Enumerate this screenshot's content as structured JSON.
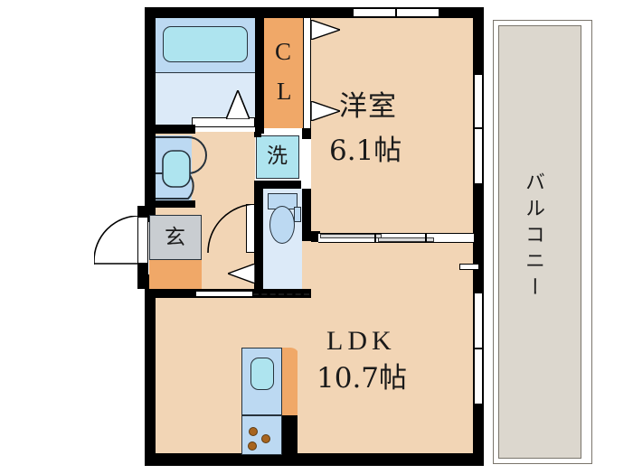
{
  "plan": {
    "type": "residential-floor-plan",
    "rooms": [
      {
        "id": "yoshitsu",
        "name": "洋室",
        "size": "6.1帖",
        "kind": "western-room"
      },
      {
        "id": "ldk",
        "name": "LDK",
        "size": "10.7帖",
        "kind": "living-dining-kitchen"
      },
      {
        "id": "closet",
        "name": "CL",
        "kind": "closet"
      },
      {
        "id": "washer",
        "name": "洗",
        "kind": "washing-machine-space"
      },
      {
        "id": "genkan",
        "name": "玄",
        "kind": "entrance"
      },
      {
        "id": "balcony",
        "name": "バルコニー",
        "kind": "balcony"
      }
    ],
    "labels": {
      "room1_name": "洋室",
      "room1_size": "6.1帖",
      "room2_name": "LDK",
      "room2_size": "10.7帖",
      "closet": "CL",
      "washer": "洗",
      "entrance": "玄",
      "balcony": "バルコニー"
    },
    "fixtures": [
      {
        "name": "bathtub",
        "room": "bath-unit"
      },
      {
        "name": "washbasin",
        "room": "vanity"
      },
      {
        "name": "toilet",
        "room": "toilet-room"
      },
      {
        "name": "kitchen-sink",
        "room": "ldk"
      },
      {
        "name": "gas-stove",
        "room": "ldk",
        "burners": 3
      },
      {
        "name": "shoe-cabinet",
        "room": "genkan"
      }
    ],
    "openings": [
      {
        "name": "entrance-door",
        "type": "hinged"
      },
      {
        "name": "balcony-sliding-door-upper",
        "type": "sliding-glass"
      },
      {
        "name": "balcony-sliding-door-lower",
        "type": "sliding-glass"
      },
      {
        "name": "room1-window",
        "type": "window"
      },
      {
        "name": "room1-ldk-partition",
        "type": "sliding-partition"
      },
      {
        "name": "closet-doors",
        "type": "sliding"
      },
      {
        "name": "bath-door",
        "type": "folding"
      },
      {
        "name": "toilet-door",
        "type": "hinged"
      }
    ],
    "colors": {
      "floor": "#f2d5b5",
      "closet_orange": "#f0a868",
      "wet_light": "#dceaf8",
      "wet_mid": "#bcd9f2",
      "basin_cyan": "#aee4ef",
      "tile_gray": "#c9cdd1",
      "balcony_gray": "#dcd7ce",
      "wall_black": "#000000"
    }
  }
}
